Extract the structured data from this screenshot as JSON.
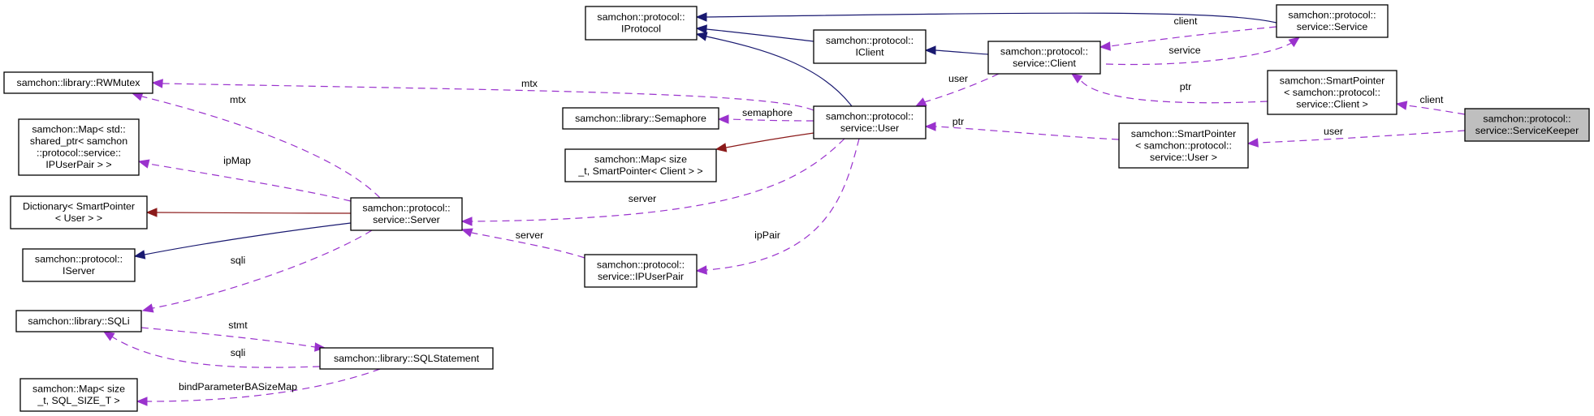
{
  "diagram": {
    "focus_class": "samchon::protocol::service::ServiceKeeper",
    "colors": {
      "usage_edge": "#9a32cd",
      "inheritance_edge": "#191970",
      "template_edge": "#8b1a1a",
      "focus_fill": "#bfbfbf"
    },
    "nodes": [
      {
        "id": "IProtocol",
        "lines": [
          "samchon::protocol::",
          "IProtocol"
        ]
      },
      {
        "id": "IClient",
        "lines": [
          "samchon::protocol::",
          "IClient"
        ]
      },
      {
        "id": "Client",
        "lines": [
          "samchon::protocol::",
          "service::Client"
        ]
      },
      {
        "id": "Service",
        "lines": [
          "samchon::protocol::",
          "service::Service"
        ]
      },
      {
        "id": "SPClient",
        "lines": [
          "samchon::SmartPointer",
          "< samchon::protocol::",
          "service::Client >"
        ]
      },
      {
        "id": "ServiceKeeper",
        "lines": [
          "samchon::protocol::",
          "service::ServiceKeeper"
        ],
        "focus": true
      },
      {
        "id": "SPUser",
        "lines": [
          "samchon::SmartPointer",
          "< samchon::protocol::",
          "service::User >"
        ]
      },
      {
        "id": "User",
        "lines": [
          "samchon::protocol::",
          "service::User"
        ]
      },
      {
        "id": "Semaphore",
        "lines": [
          "samchon::library::Semaphore"
        ]
      },
      {
        "id": "MapClient",
        "lines": [
          "samchon::Map< size",
          "_t, SmartPointer< Client > >"
        ]
      },
      {
        "id": "IPUserPair",
        "lines": [
          "samchon::protocol::",
          "service::IPUserPair"
        ]
      },
      {
        "id": "Server",
        "lines": [
          "samchon::protocol::",
          "service::Server"
        ]
      },
      {
        "id": "RWMutex",
        "lines": [
          "samchon::library::RWMutex"
        ]
      },
      {
        "id": "MapIPUserPair",
        "lines": [
          "samchon::Map< std::",
          "shared_ptr< samchon",
          "::protocol::service::",
          "IPUserPair > >"
        ]
      },
      {
        "id": "Dictionary",
        "lines": [
          "Dictionary< SmartPointer",
          "< User > >"
        ]
      },
      {
        "id": "IServer",
        "lines": [
          "samchon::protocol::",
          "IServer"
        ]
      },
      {
        "id": "SQLi",
        "lines": [
          "samchon::library::SQLi"
        ]
      },
      {
        "id": "SQLStatement",
        "lines": [
          "samchon::library::SQLStatement"
        ]
      },
      {
        "id": "MapSQL",
        "lines": [
          "samchon::Map< size",
          "_t, SQL_SIZE_T >"
        ]
      }
    ],
    "edges": [
      {
        "id": "e-service-iprotocol",
        "from": "Service",
        "to": "IProtocol",
        "kind": "inherit",
        "label": ""
      },
      {
        "id": "e-iclient-iprotocol",
        "from": "IClient",
        "to": "IProtocol",
        "kind": "inherit",
        "label": ""
      },
      {
        "id": "e-user-iprotocol",
        "from": "User",
        "to": "IProtocol",
        "kind": "inherit",
        "label": ""
      },
      {
        "id": "e-client-iclient",
        "from": "Client",
        "to": "IClient",
        "kind": "inherit",
        "label": ""
      },
      {
        "id": "e-service-client",
        "from": "Service",
        "to": "Client",
        "kind": "usage",
        "label": "client"
      },
      {
        "id": "e-client-service",
        "from": "Client",
        "to": "Service",
        "kind": "usage",
        "label": "service"
      },
      {
        "id": "e-client-user",
        "from": "Client",
        "to": "User",
        "kind": "usage",
        "label": "user"
      },
      {
        "id": "e-spclient-client",
        "from": "SPClient",
        "to": "Client",
        "kind": "usage",
        "label": "ptr"
      },
      {
        "id": "e-keeper-spclient",
        "from": "ServiceKeeper",
        "to": "SPClient",
        "kind": "usage",
        "label": "client"
      },
      {
        "id": "e-keeper-spuser",
        "from": "ServiceKeeper",
        "to": "SPUser",
        "kind": "usage",
        "label": "user"
      },
      {
        "id": "e-spuser-user",
        "from": "SPUser",
        "to": "User",
        "kind": "usage",
        "label": "ptr"
      },
      {
        "id": "e-user-rwmutex",
        "from": "User",
        "to": "RWMutex",
        "kind": "usage",
        "label": "mtx"
      },
      {
        "id": "e-user-semaphore",
        "from": "User",
        "to": "Semaphore",
        "kind": "usage",
        "label": "semaphore"
      },
      {
        "id": "e-user-mapclient",
        "from": "User",
        "to": "MapClient",
        "kind": "template",
        "label": ""
      },
      {
        "id": "e-user-server",
        "from": "User",
        "to": "Server",
        "kind": "usage",
        "label": "server"
      },
      {
        "id": "e-user-ipuserpair",
        "from": "User",
        "to": "IPUserPair",
        "kind": "usage",
        "label": "ipPair"
      },
      {
        "id": "e-ipuserpair-server",
        "from": "IPUserPair",
        "to": "Server",
        "kind": "usage",
        "label": "server"
      },
      {
        "id": "e-server-rwmutex",
        "from": "Server",
        "to": "RWMutex",
        "kind": "usage",
        "label": "mtx"
      },
      {
        "id": "e-server-mapipuserpair",
        "from": "Server",
        "to": "MapIPUserPair",
        "kind": "usage",
        "label": "ipMap"
      },
      {
        "id": "e-server-dictionary",
        "from": "Server",
        "to": "Dictionary",
        "kind": "template",
        "label": ""
      },
      {
        "id": "e-server-iserver",
        "from": "Server",
        "to": "IServer",
        "kind": "inherit",
        "label": ""
      },
      {
        "id": "e-server-sqli",
        "from": "Server",
        "to": "SQLi",
        "kind": "usage",
        "label": "sqli"
      },
      {
        "id": "e-sqli-sqlstatement",
        "from": "SQLi",
        "to": "SQLStatement",
        "kind": "usage",
        "label": "stmt"
      },
      {
        "id": "e-sqlstatement-sqli",
        "from": "SQLStatement",
        "to": "SQLi",
        "kind": "usage",
        "label": "sqli"
      },
      {
        "id": "e-sqlstatement-mapsql",
        "from": "SQLStatement",
        "to": "MapSQL",
        "kind": "usage",
        "label": "bindParameterBASizeMap"
      }
    ]
  }
}
